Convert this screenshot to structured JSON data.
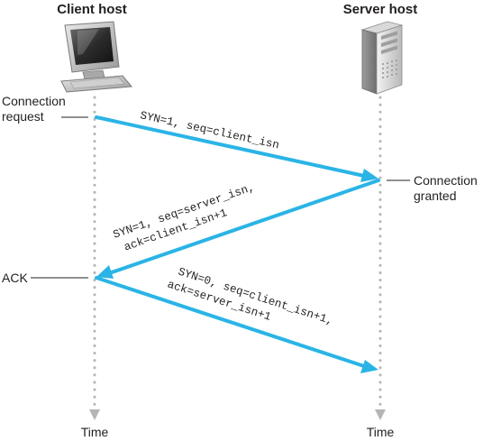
{
  "hosts": {
    "client": {
      "title": "Client host",
      "time_label": "Time"
    },
    "server": {
      "title": "Server host",
      "time_label": "Time"
    }
  },
  "events": {
    "connection_request": [
      "Connection",
      "request"
    ],
    "connection_granted": [
      "Connection",
      "granted"
    ],
    "ack": "ACK"
  },
  "messages": {
    "syn": [
      "SYN=1, seq=client_isn"
    ],
    "synack": [
      "SYN=1, seq=server_isn,",
      "ack=client_isn+1"
    ],
    "ack": [
      "SYN=0, seq=client_isn+1,",
      "ack=server_isn+1"
    ]
  },
  "colors": {
    "arrow": "#2ab4e6",
    "timeline": "#b5b5b5",
    "text": "#231f20"
  }
}
